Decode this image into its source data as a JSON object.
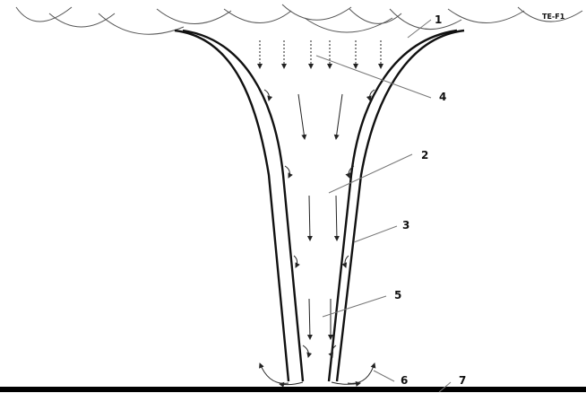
{
  "diagram": {
    "tag": "TE-F1",
    "labels": [
      "1",
      "4",
      "2",
      "3",
      "5",
      "6",
      "7"
    ]
  }
}
